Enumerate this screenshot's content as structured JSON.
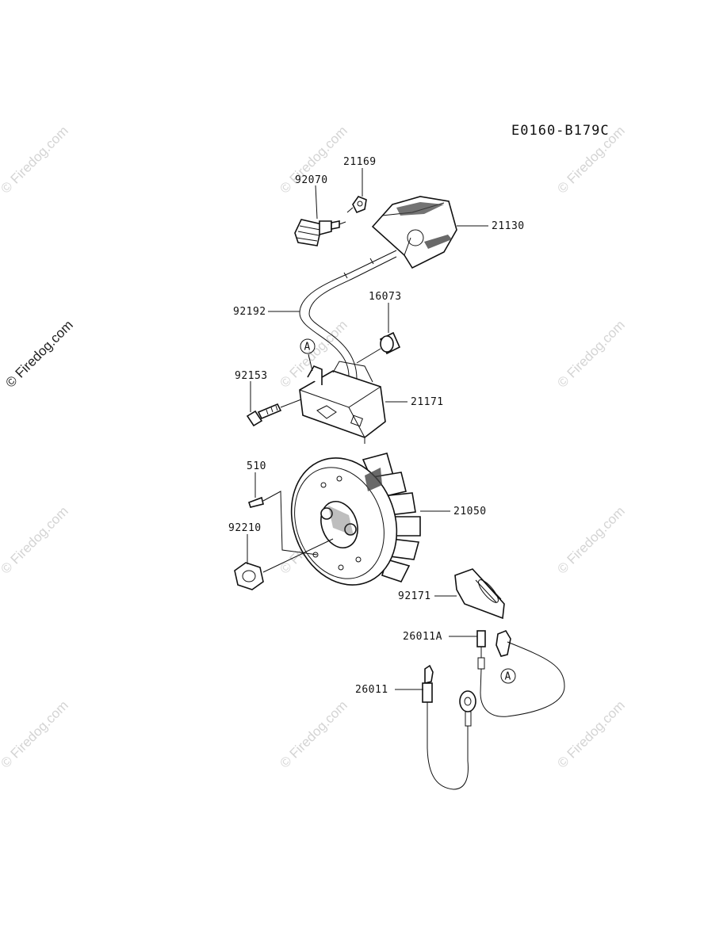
{
  "diagram_code": "E0160-B179C",
  "watermark_text": "© Firedog.com",
  "callouts": {
    "p21169": "21169",
    "p92070": "92070",
    "p21130": "21130",
    "p16073": "16073",
    "p92192": "92192",
    "marker_a_top": "A",
    "p92153": "92153",
    "p21171": "21171",
    "p510": "510",
    "p21050": "21050",
    "p92210": "92210",
    "p92171": "92171",
    "p26011A": "26011A",
    "marker_a_bottom": "A",
    "p26011": "26011"
  },
  "colors": {
    "line": "#111111",
    "watermark_light": "#d4d4d4",
    "watermark_dark": "#222222"
  }
}
